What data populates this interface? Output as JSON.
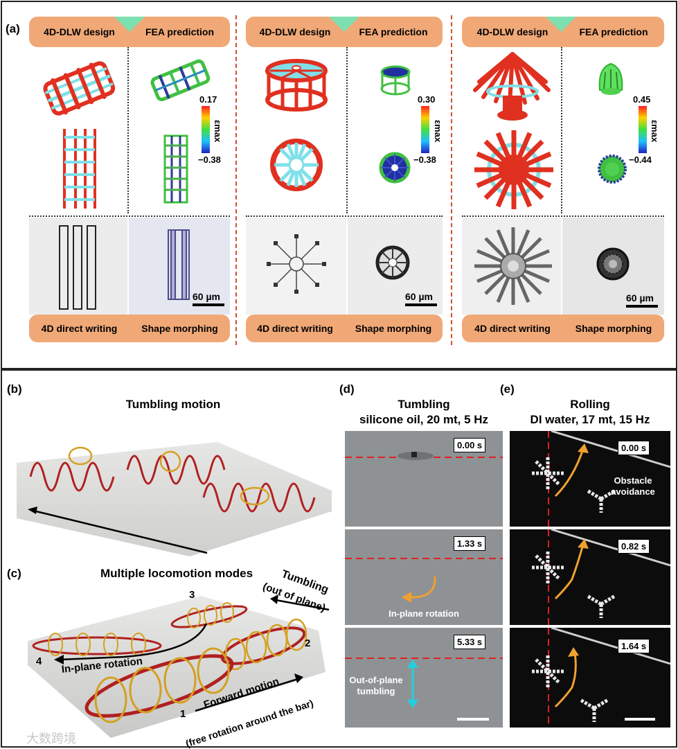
{
  "panel_labels": {
    "a": "(a)",
    "b": "(b)",
    "c": "(c)",
    "d": "(d)",
    "e": "(e)"
  },
  "panel_a": {
    "columns": [
      {
        "top_left": "4D-DLW design",
        "top_right": "FEA prediction",
        "bottom_left": "4D direct writing",
        "bottom_right": "Shape morphing",
        "cb_max": "0.17",
        "cb_min": "−0.38",
        "scale": "60 µm"
      },
      {
        "top_left": "4D-DLW design",
        "top_right": "FEA prediction",
        "bottom_left": "4D direct writing",
        "bottom_right": "Shape morphing",
        "cb_max": "0.30",
        "cb_min": "−0.38",
        "scale": "60 µm"
      },
      {
        "top_left": "4D-DLW design",
        "top_right": "FEA prediction",
        "bottom_left": "4D direct writing",
        "bottom_right": "Shape morphing",
        "cb_max": "0.45",
        "cb_min": "−0.44",
        "scale": "60 µm"
      }
    ],
    "colorbar_symbol": "εmax"
  },
  "panel_b": {
    "title": "Tumbling motion"
  },
  "panel_c": {
    "title": "Multiple locomotion modes",
    "tumbling": "Tumbling",
    "tumbling_sub": "(out of plane)",
    "in_plane": "In-plane rotation",
    "forward": "Forward motion",
    "forward_sub": "(free rotation around the bar)",
    "n1": "1",
    "n2": "2",
    "n3": "3",
    "n4": "4"
  },
  "panel_d": {
    "title": "Tumbling",
    "subtitle": "silicone oil, 20 mt, 5 Hz",
    "times": [
      "0.00 s",
      "1.33 s",
      "5.33 s"
    ],
    "in_plane": "In-plane rotation",
    "out_plane_1": "Out-of-plane",
    "out_plane_2": "tumbling"
  },
  "panel_e": {
    "title": "Rolling",
    "subtitle": "DI water, 17 mt, 15 Hz",
    "times": [
      "0.00 s",
      "0.82 s",
      "1.64 s"
    ],
    "obstacle_1": "Obstacle",
    "obstacle_2": "avoidance"
  },
  "watermark": "大数跨境",
  "colors": {
    "pill": "#f0a877",
    "accent_triangle": "#7de0b0",
    "red_frame": "#e03020",
    "cyan_frame": "#80e0e8",
    "orange_arrow": "#f0a030",
    "cyan_arrow": "#20d0e0"
  }
}
